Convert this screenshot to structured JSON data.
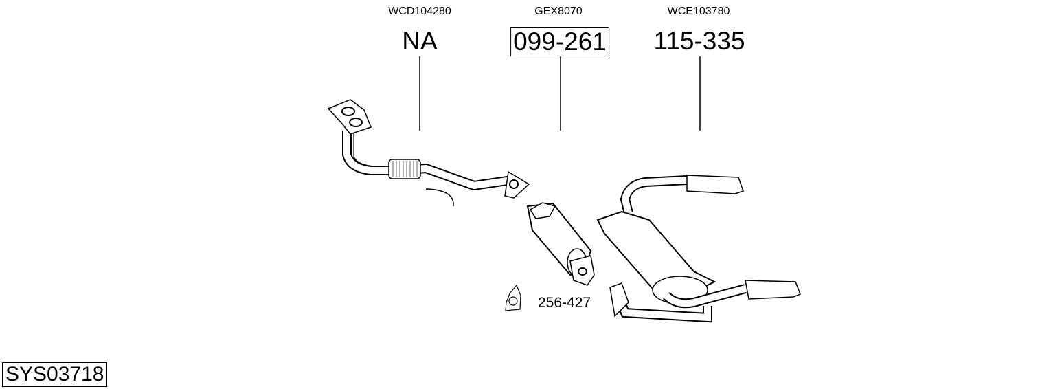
{
  "parts": [
    {
      "code": "WCD104280",
      "number": "NA",
      "boxed": false
    },
    {
      "code": "GEX8070",
      "number": "099-261",
      "boxed": true
    },
    {
      "code": "WCE103780",
      "number": "115-335",
      "boxed": false
    }
  ],
  "gasket": {
    "number": "256-427"
  },
  "system_id": "SYS03718"
}
